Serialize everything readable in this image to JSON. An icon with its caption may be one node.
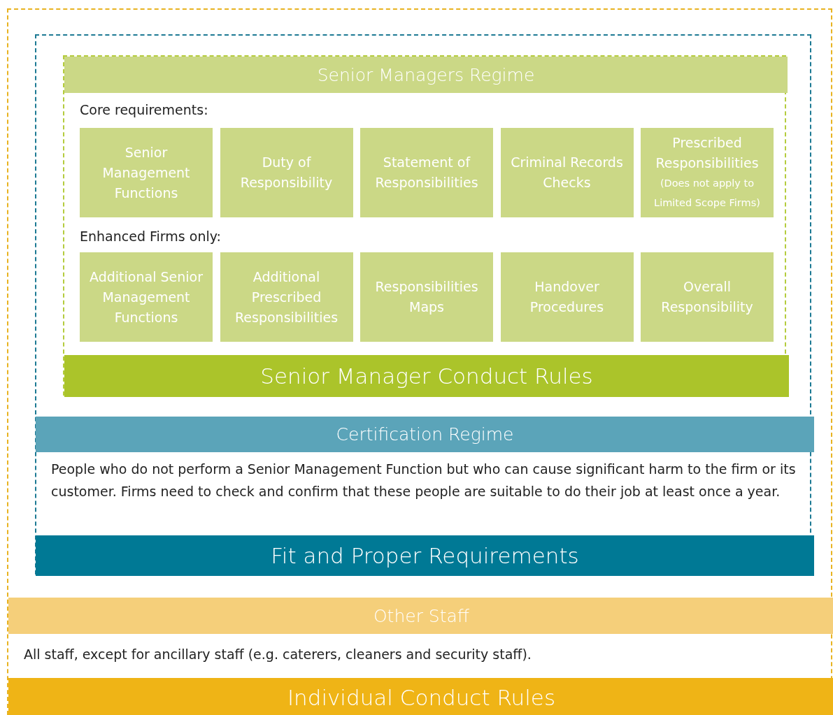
{
  "diagram": {
    "nodes": [
      {
        "text": [
          "Other Staff",
          "All staff, except for ancillary staff (e.g. caterers, cleaners and security staff).",
          "Individual Conduct Rules"
        ]
      },
      {
        "text": [
          "Certification Regime",
          "People who do not perform a Senior Management Function but who can cause significant harm to the firm or its customer. Firms need to check and confirm that these people are suitable to do their job at least once a year.",
          "Fit and Proper Requirements"
        ],
        "in": 0
      },
      {
        "text": [
          "Senior Managers Regime",
          "Senior Manager Conduct Rules"
        ],
        "in": 1
      },
      {
        "text": [
          "Senior Management Functions"
        ],
        "in": 2
      },
      {
        "text": [
          "Duty of Responsibility"
        ],
        "in": 2
      },
      {
        "text": [
          "Statement of Responsibilities"
        ],
        "in": 2
      },
      {
        "text": [
          "Criminal Records Checks"
        ],
        "in": 2
      },
      {
        "text": [
          "Prescribed Responsibilities",
          "(Does not apply to Limited Scope Firms)"
        ],
        "in": 2
      },
      {
        "text": [
          "Additional Senior Management Functions"
        ],
        "in": 2
      },
      {
        "text": [
          "Additional Prescribed Responsibilities"
        ],
        "in": 2
      },
      {
        "text": [
          "Responsibilities Maps"
        ],
        "in": 2
      },
      {
        "text": [
          "Handover Procedures"
        ],
        "in": 2
      },
      {
        "text": [
          "Overall Responsibility"
        ],
        "in": 2
      }
    ],
    "labels": [
      "Core requirements:",
      "Enhanced Firms only:"
    ]
  }
}
